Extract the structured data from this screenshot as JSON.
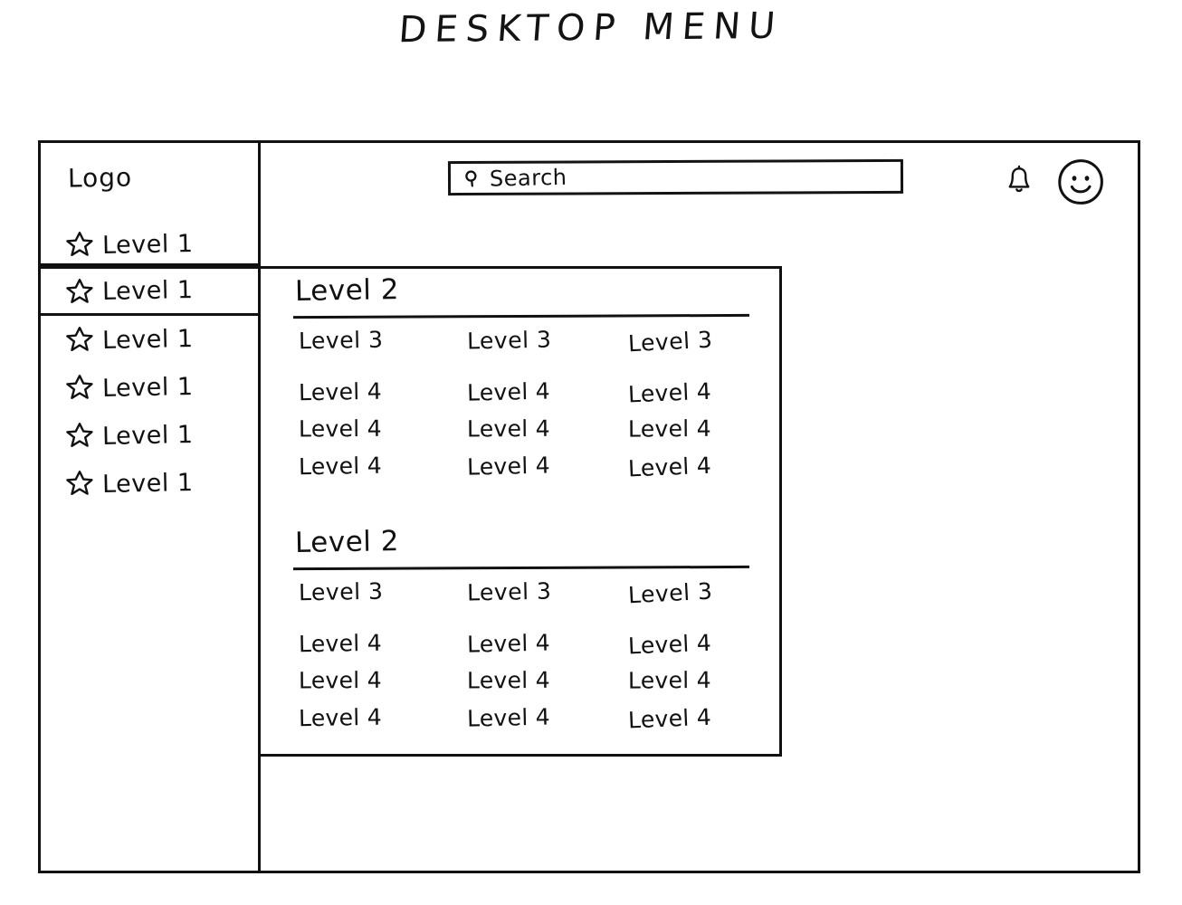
{
  "page": {
    "title": "DESKTOP   MENU"
  },
  "sidebar": {
    "logo": "Logo",
    "items": [
      {
        "label": "Level 1",
        "icon": "star-icon",
        "selected": false
      },
      {
        "label": "Level 1",
        "icon": "star-icon",
        "selected": true
      },
      {
        "label": "Level 1",
        "icon": "star-icon",
        "selected": false
      },
      {
        "label": "Level 1",
        "icon": "star-icon",
        "selected": false
      },
      {
        "label": "Level 1",
        "icon": "star-icon",
        "selected": false
      },
      {
        "label": "Level 1",
        "icon": "star-icon",
        "selected": false
      }
    ]
  },
  "topbar": {
    "search": {
      "icon": "search-icon",
      "value": "",
      "placeholder": "Search"
    },
    "notifications_icon": "bell-icon",
    "avatar_icon": "smiley-avatar-icon"
  },
  "dropdown": {
    "groups": [
      {
        "title": "Level 2",
        "columns": [
          {
            "head": "Level 3",
            "items": [
              "Level 4",
              "Level 4",
              "Level 4"
            ]
          },
          {
            "head": "Level 3",
            "items": [
              "Level 4",
              "Level 4",
              "Level 4"
            ]
          },
          {
            "head": "Level 3",
            "items": [
              "Level 4",
              "Level 4",
              "Level 4"
            ]
          }
        ]
      },
      {
        "title": "Level 2",
        "columns": [
          {
            "head": "Level 3",
            "items": [
              "Level 4",
              "Level 4",
              "Level 4"
            ]
          },
          {
            "head": "Level 3",
            "items": [
              "Level 4",
              "Level 4",
              "Level 4"
            ]
          },
          {
            "head": "Level 3",
            "items": [
              "Level 4",
              "Level 4",
              "Level 4"
            ]
          }
        ]
      }
    ]
  },
  "colors": {
    "ink": "#111111",
    "background": "#ffffff"
  }
}
